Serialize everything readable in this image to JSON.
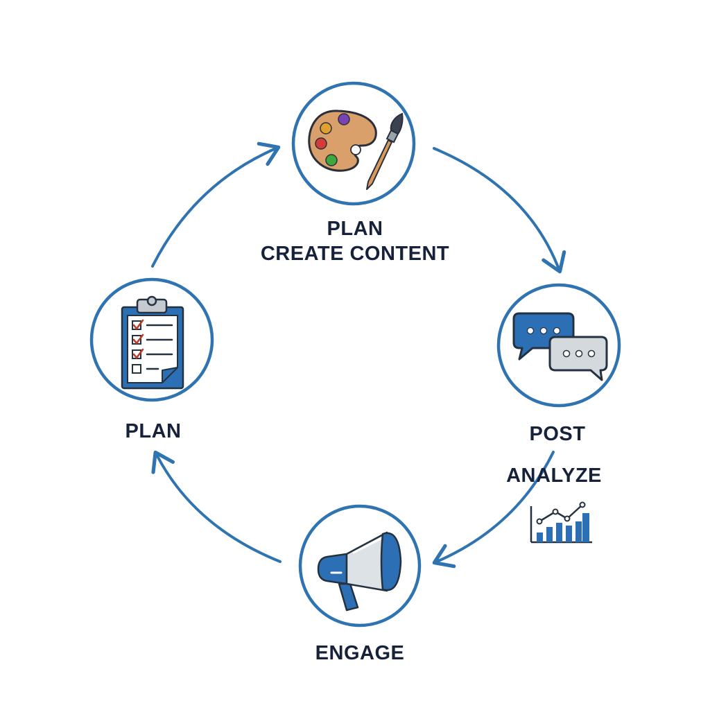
{
  "colors": {
    "ring": "#2f74b0",
    "arrow": "#2f74b0",
    "text": "#16213a",
    "blue": "#2c6fb5",
    "gray": "#d4d9de"
  },
  "nodes": {
    "top": {
      "icon": "palette-paintbrush-icon",
      "label_line1": "PLAN",
      "label_line2": "CREATE CONTENT"
    },
    "right": {
      "icon": "chat-bubbles-icon",
      "label": "POST",
      "secondary_label": "ANALYZE",
      "secondary_icon": "bar-line-chart-icon"
    },
    "bottom": {
      "icon": "megaphone-icon",
      "label": "ENGAGE"
    },
    "left": {
      "icon": "clipboard-checklist-icon",
      "label": "PLAN"
    }
  }
}
